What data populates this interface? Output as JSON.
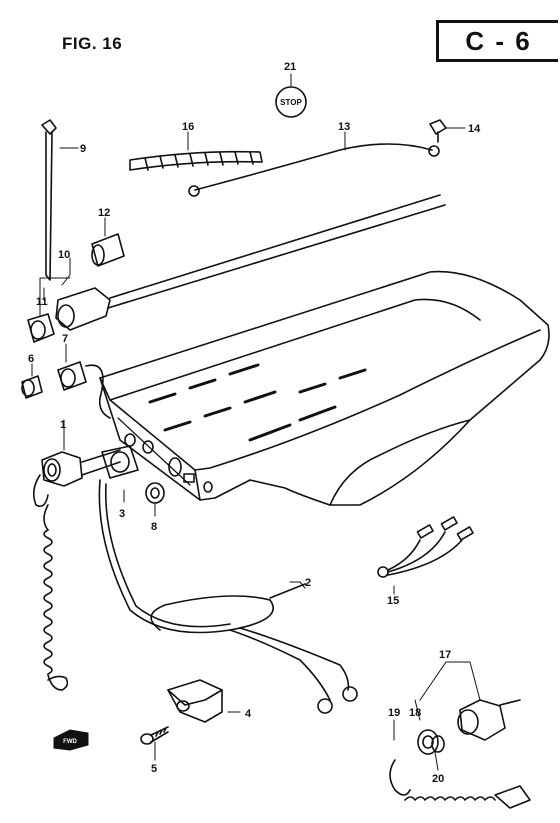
{
  "figure": {
    "title": "FIG. 16",
    "section_code": "C - 6"
  },
  "stop_label": "STOP",
  "fwd_label": "FWD",
  "callouts": [
    "1",
    "2",
    "3",
    "4",
    "5",
    "6",
    "7",
    "8",
    "9",
    "10",
    "11",
    "12",
    "13",
    "14",
    "15",
    "16",
    "17",
    "18",
    "19",
    "20",
    "21"
  ],
  "colors": {
    "ink": "#111111",
    "paper": "#ffffff"
  }
}
